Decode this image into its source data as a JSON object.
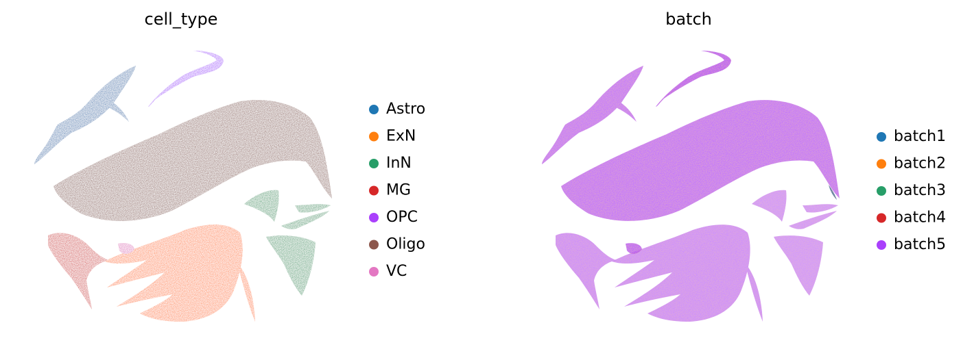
{
  "chart_data": [
    {
      "type": "scatter",
      "title": "cell_type",
      "xlabel": "",
      "ylabel": "",
      "grid": false,
      "legend_position": "right",
      "categories": [
        "Astro",
        "ExN",
        "InN",
        "MG",
        "OPC",
        "Oligo",
        "VC"
      ],
      "colors": [
        "#1f77b4",
        "#ff7f0e",
        "#279e68",
        "#d62728",
        "#aa40fc",
        "#8c564b",
        "#e377c2"
      ]
    },
    {
      "type": "scatter",
      "title": "batch",
      "xlabel": "",
      "ylabel": "",
      "grid": false,
      "legend_position": "right",
      "categories": [
        "batch1",
        "batch2",
        "batch3",
        "batch4",
        "batch5"
      ],
      "colors": [
        "#1f77b4",
        "#ff7f0e",
        "#279e68",
        "#d62728",
        "#aa40fc"
      ]
    }
  ]
}
